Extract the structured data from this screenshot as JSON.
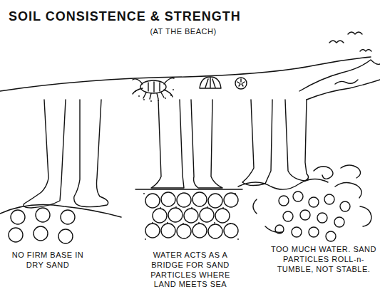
{
  "diagram": {
    "title": "SOIL CONSISTENCE & STRENGTH",
    "labels": [
      "(AT THE BEACH)",
      "NO FIRM BASE IN DRY SAND",
      "WATER ACTS AS A BRIDGE FOR SAND PARTICLES WHERE LAND MEETS SEA",
      "TOO MUCH WATER. SAND PARTICLES ROLL-n-TUMBLE, NOT STABLE."
    ]
  }
}
